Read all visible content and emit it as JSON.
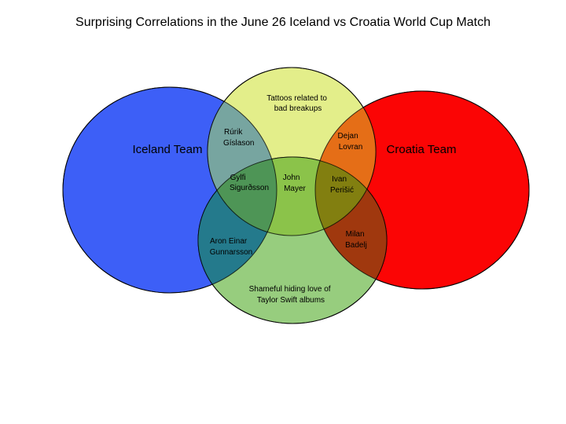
{
  "title": "Surprising Correlations in the June 26 Iceland vs Croatia World Cup Match",
  "sets": {
    "iceland": {
      "label": "Iceland Team",
      "color": "#3d5ff7"
    },
    "croatia": {
      "label": "Croatia Team",
      "color": "#fb0505"
    },
    "tattoos": {
      "label": [
        "Tattoos related to",
        "bad breakups"
      ],
      "color": "#e3ee8a"
    },
    "swift": {
      "label": [
        "Shameful hiding love of",
        "Taylor Swift albums"
      ],
      "color": "#97cd7e"
    }
  },
  "overlaps": {
    "rurik": [
      "Rúrik",
      "Gíslason"
    ],
    "dejan": [
      "Dejan",
      "Lovran"
    ],
    "gylfi": [
      "Gylfi",
      "Sigurðsson"
    ],
    "john": [
      "John",
      "Mayer"
    ],
    "ivan": [
      "Ivan",
      "Perišić"
    ],
    "aron": [
      "Aron Einar",
      "Gunnarsson"
    ],
    "milan": [
      "Milan",
      "Badelj"
    ]
  },
  "region_colors": {
    "iceland_tattoos": "#77a5a0",
    "croatia_tattoos": "#e56e17",
    "all_center": "#8bc34a",
    "iceland_swift": "#247a8c",
    "croatia_swift": "#a0380e",
    "iceland_tattoos_swift": "#4e9556",
    "croatia_tattoos_swift": "#827f10"
  }
}
